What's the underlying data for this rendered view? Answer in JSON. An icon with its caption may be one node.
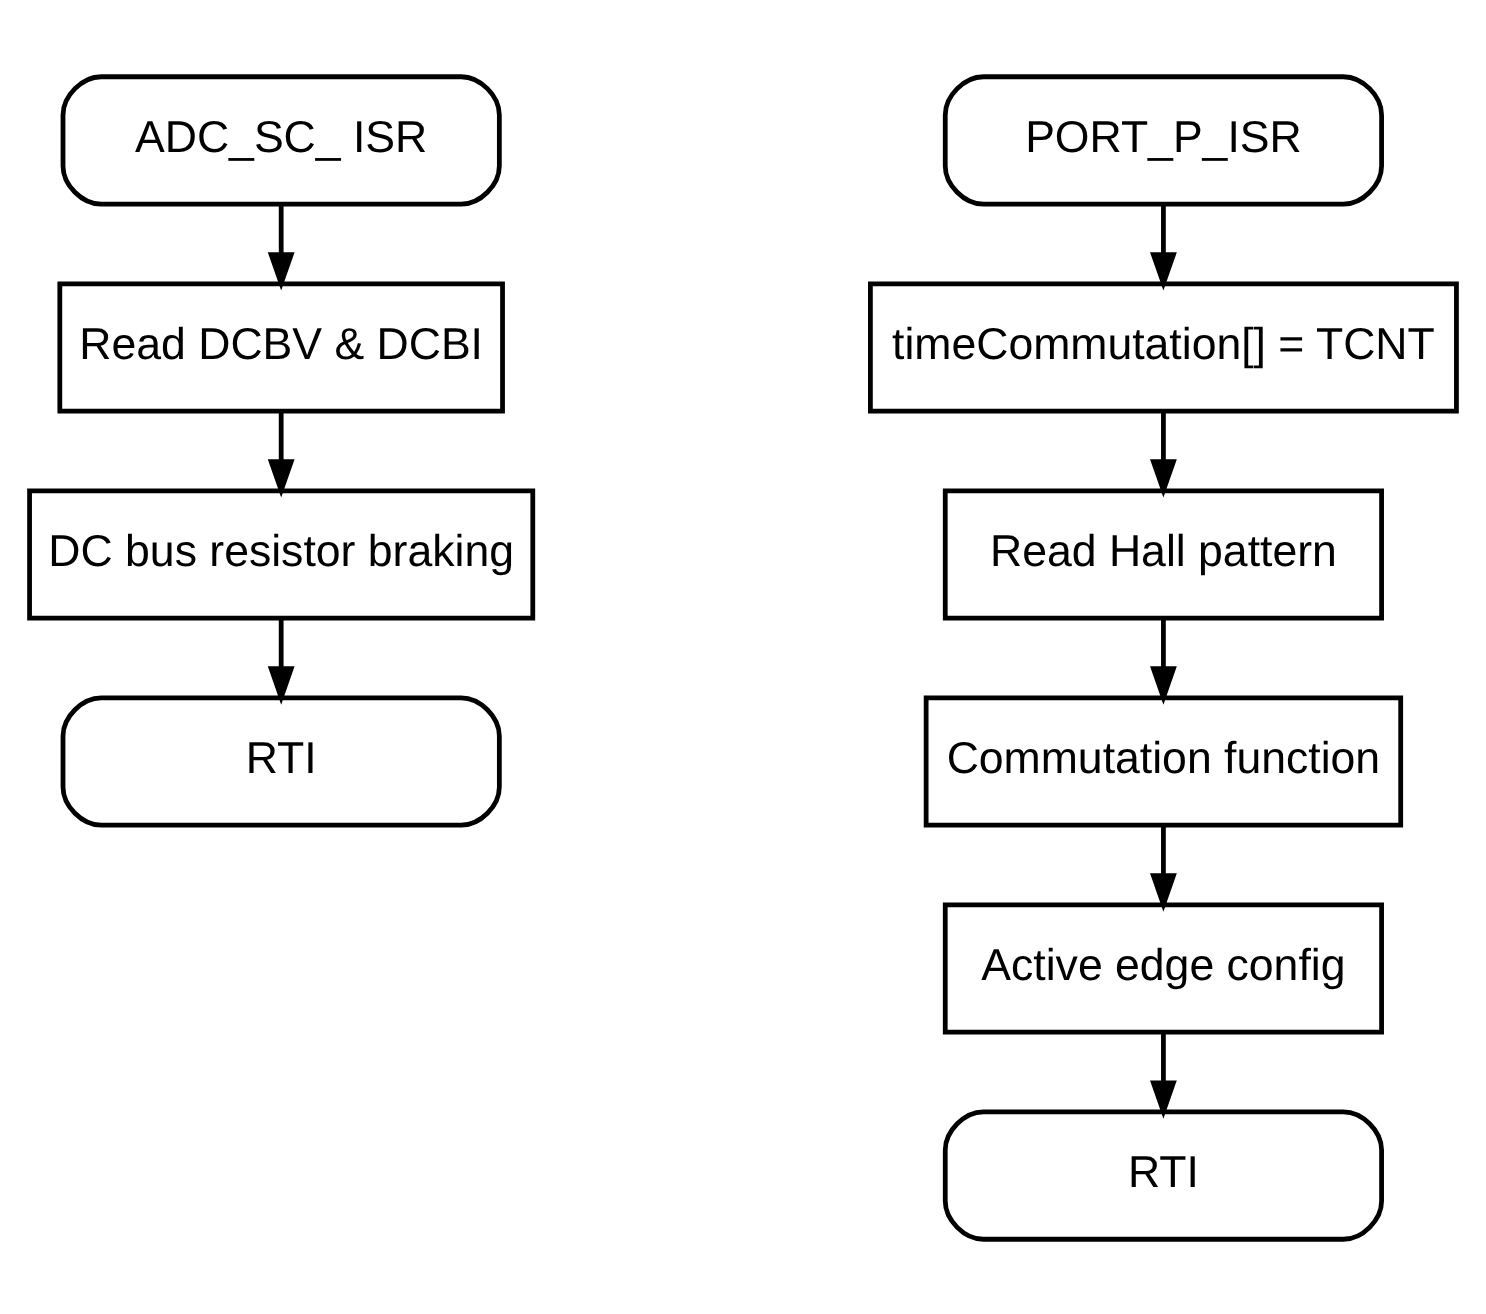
{
  "diagram": {
    "nodes": [
      {
        "text": [
          "ADC_SC_ ISR"
        ]
      },
      {
        "text": [
          "Read DCBV & DCBI"
        ]
      },
      {
        "text": [
          "DC bus resistor braking"
        ]
      },
      {
        "text": [
          "RTI"
        ]
      },
      {
        "text": [
          "PORT_P_ISR"
        ]
      },
      {
        "text": [
          "timeCommutation[] = TCNT"
        ]
      },
      {
        "text": [
          "Read Hall pattern"
        ]
      },
      {
        "text": [
          "Commutation function"
        ]
      },
      {
        "text": [
          "Active edge config"
        ]
      },
      {
        "text": [
          "RTI"
        ]
      }
    ],
    "edges": [
      {
        "from": 0,
        "to": 1,
        "arrow": "to"
      },
      {
        "from": 1,
        "to": 2,
        "arrow": "to"
      },
      {
        "from": 2,
        "to": 3,
        "arrow": "to"
      },
      {
        "from": 4,
        "to": 5,
        "arrow": "to"
      },
      {
        "from": 5,
        "to": 6,
        "arrow": "to"
      },
      {
        "from": 6,
        "to": 7,
        "arrow": "to"
      },
      {
        "from": 7,
        "to": 8,
        "arrow": "to"
      },
      {
        "from": 8,
        "to": 9,
        "arrow": "to"
      }
    ]
  }
}
